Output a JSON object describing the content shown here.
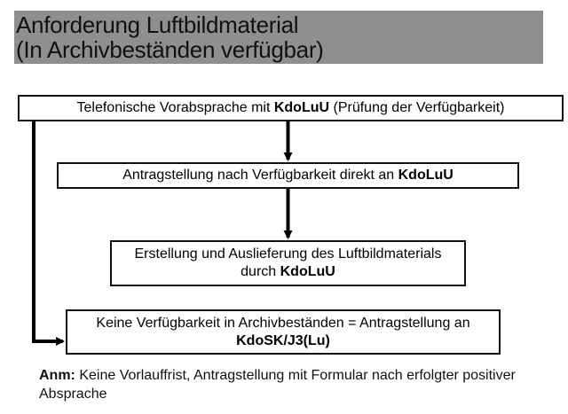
{
  "header": {
    "title_line1": "Anforderung Luftbildmaterial",
    "title_line2": "(In Archivbeständen verfügbar)",
    "background_color": "#8f8f8f"
  },
  "flow": {
    "step1": {
      "text_before": "Telefonische Vorabsprache mit ",
      "bold": "KdoLuU",
      "text_after": " (Prüfung der Verfügbarkeit)"
    },
    "step2": {
      "text_before": "Antragstellung nach Verfügbarkeit direkt an ",
      "bold": "KdoLuU"
    },
    "step3": {
      "line1": "Erstellung und Auslieferung des Luftbildmaterials",
      "line2_before": "durch ",
      "bold": "KdoLuU"
    },
    "step4": {
      "line1": "Keine Verfügbarkeit in Archivbeständen = Antragstellung an",
      "bold": "KdoSK/J3(Lu)"
    },
    "connectors": [
      {
        "from": "step1",
        "to": "step2",
        "type": "arrow-down"
      },
      {
        "from": "step2",
        "to": "step3",
        "type": "arrow-down"
      },
      {
        "from": "step1",
        "to": "step4",
        "type": "elbow-arrow-right"
      }
    ]
  },
  "note": {
    "label": "Anm:",
    "text": " Keine Vorlauffrist, Antragstellung mit Formular nach erfolgter positiver Absprache"
  }
}
